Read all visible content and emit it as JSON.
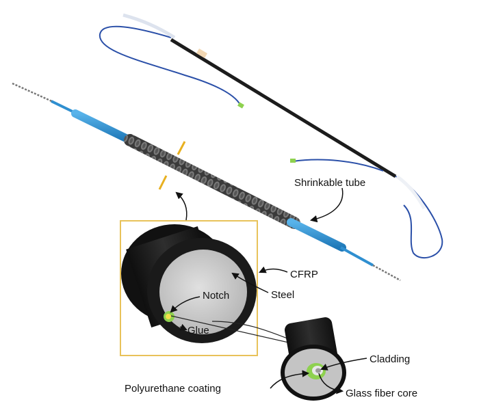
{
  "labels": {
    "shrinkable_tube": "Shrinkable tube",
    "cfrp": "CFRP",
    "steel": "Steel",
    "notch": "Notch",
    "glue": "Glue",
    "cladding": "Cladding",
    "polyurethane_coating": "Polyurethane coating",
    "glass_fiber_core": "Glass fiber core"
  },
  "colors": {
    "cable_blue": "#2f8fd0",
    "cfrp_black": "#1c1c1c",
    "steel_gray": "#c8c8c8",
    "inset_border": "#e8c25a",
    "fiber_wire": "#2a4fa8",
    "glue_green": "#8ed14f",
    "glue_yellow": "#f4e04a",
    "cut_mark": "#e8b020"
  }
}
